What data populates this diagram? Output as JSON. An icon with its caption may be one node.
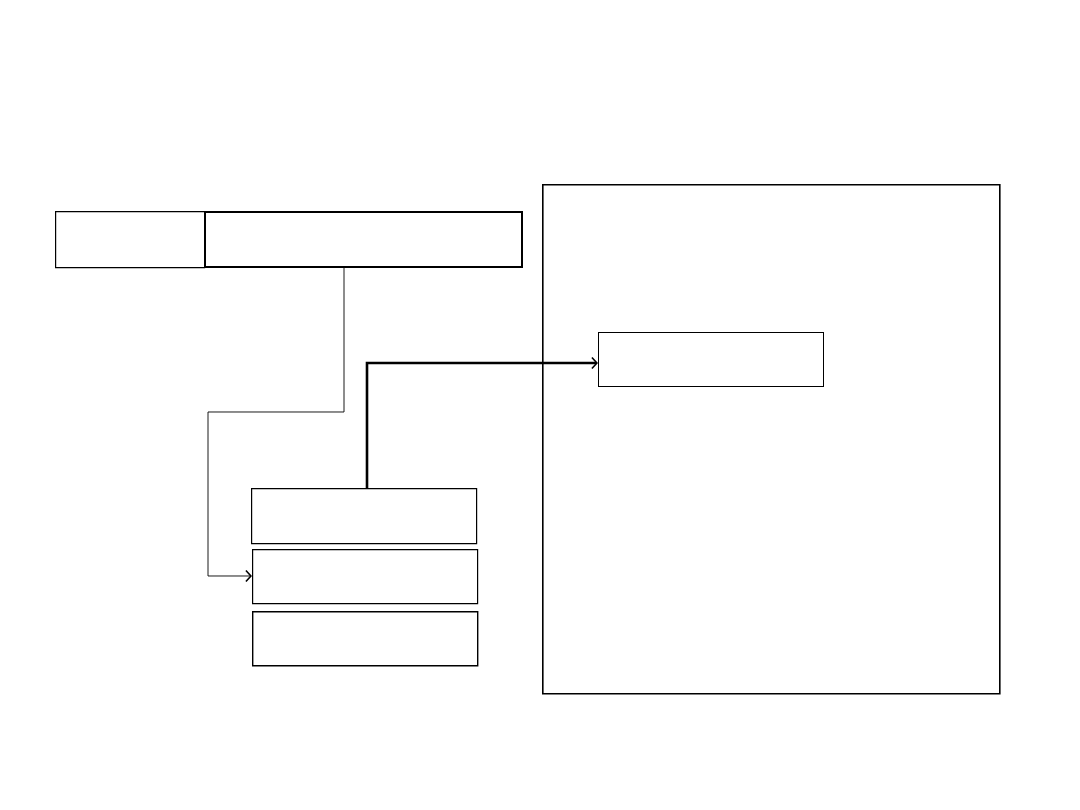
{
  "diagram": {
    "nodes": [
      {
        "text": [],
        "shape": "box"
      },
      {
        "text": [],
        "shape": "box"
      },
      {
        "text": [],
        "shape": "box"
      },
      {
        "text": [],
        "shape": "box",
        "in": 2
      },
      {
        "text": [],
        "shape": "box"
      },
      {
        "text": [],
        "shape": "box"
      },
      {
        "text": [],
        "shape": "box"
      }
    ],
    "edges": [
      {
        "from": 1,
        "to": 5,
        "arrow": "to"
      },
      {
        "from": 4,
        "to": 3,
        "arrow": "to",
        "style": "thick"
      }
    ]
  }
}
